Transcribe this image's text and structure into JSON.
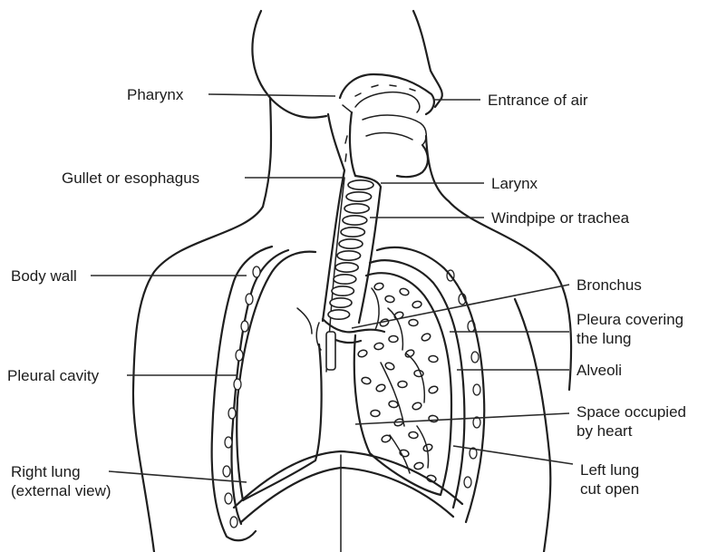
{
  "diagram": {
    "labels": [
      {
        "id": "pharynx",
        "lines": [
          "Pharynx"
        ]
      },
      {
        "id": "entrance-of-air",
        "lines": [
          "Entrance of air"
        ]
      },
      {
        "id": "gullet-or-esophagus",
        "lines": [
          "Gullet or esophagus"
        ]
      },
      {
        "id": "larynx",
        "lines": [
          "Larynx"
        ]
      },
      {
        "id": "windpipe-or-trachea",
        "lines": [
          "Windpipe or trachea"
        ]
      },
      {
        "id": "body-wall",
        "lines": [
          "Body wall"
        ]
      },
      {
        "id": "bronchus",
        "lines": [
          "Bronchus"
        ]
      },
      {
        "id": "pleura-covering-the-lung",
        "lines": [
          "Pleura covering",
          "the lung"
        ]
      },
      {
        "id": "pleural-cavity",
        "lines": [
          "Pleural cavity"
        ]
      },
      {
        "id": "alveoli",
        "lines": [
          "Alveoli"
        ]
      },
      {
        "id": "space-occupied-by-heart",
        "lines": [
          "Space occupied",
          "by heart"
        ]
      },
      {
        "id": "right-lung-external-view",
        "lines": [
          "Right lung",
          "(external view)"
        ]
      },
      {
        "id": "left-lung-cut-open",
        "lines": [
          "Left lung",
          "cut open"
        ]
      }
    ]
  }
}
